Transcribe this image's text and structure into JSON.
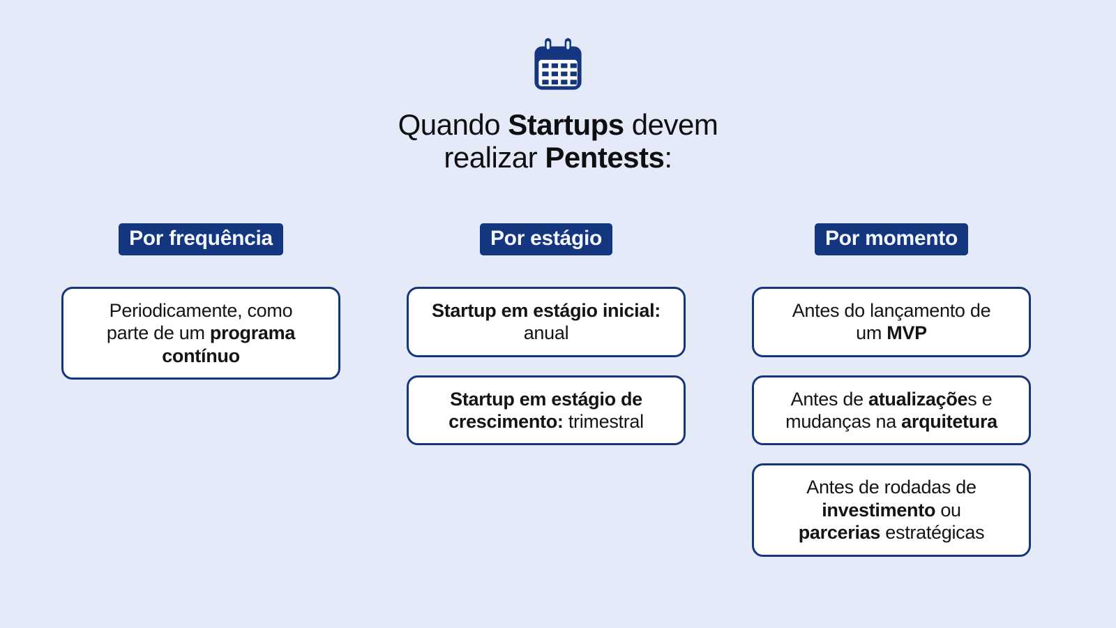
{
  "page": {
    "background_color": "#E5EAF9",
    "accent_color": "#14367E",
    "card_background": "#FFFFFF",
    "text_color": "#141416",
    "badge_text_color": "#F4F7FD"
  },
  "header": {
    "icon": "calendar",
    "title_lines": [
      {
        "segments": [
          {
            "text": "Quando ",
            "bold": false
          },
          {
            "text": "Startups",
            "bold": true
          },
          {
            "text": " devem",
            "bold": false
          }
        ]
      },
      {
        "segments": [
          {
            "text": "realizar ",
            "bold": false
          },
          {
            "text": "Pentests",
            "bold": true
          },
          {
            "text": ":",
            "bold": false
          }
        ]
      }
    ]
  },
  "columns": [
    {
      "id": "frequencia",
      "header_label": "Por frequência",
      "cards": [
        {
          "segments": [
            {
              "text": "Periodicamente, como\nparte de um ",
              "bold": false
            },
            {
              "text": "programa\ncontínuo",
              "bold": true
            }
          ]
        }
      ]
    },
    {
      "id": "estagio",
      "header_label": "Por estágio",
      "cards": [
        {
          "segments": [
            {
              "text": "Startup em estágio inicial:",
              "bold": true
            },
            {
              "text": "\nanual",
              "bold": false
            }
          ]
        },
        {
          "segments": [
            {
              "text": "Startup em estágio de\ncrescimento:",
              "bold": true
            },
            {
              "text": " trimestral",
              "bold": false
            }
          ]
        }
      ]
    },
    {
      "id": "momento",
      "header_label": "Por momento",
      "cards": [
        {
          "segments": [
            {
              "text": "Antes do lançamento de\num ",
              "bold": false
            },
            {
              "text": "MVP",
              "bold": true
            }
          ]
        },
        {
          "segments": [
            {
              "text": "Antes de ",
              "bold": false
            },
            {
              "text": "atualizaçõe",
              "bold": true
            },
            {
              "text": "s e\nmudanças na ",
              "bold": false
            },
            {
              "text": "arquitetura",
              "bold": true
            }
          ]
        },
        {
          "segments": [
            {
              "text": "Antes de rodadas de\n",
              "bold": false
            },
            {
              "text": "investimento",
              "bold": true
            },
            {
              "text": " ou\n",
              "bold": false
            },
            {
              "text": "parcerias",
              "bold": true
            },
            {
              "text": " estratégicas",
              "bold": false
            }
          ]
        }
      ]
    }
  ]
}
